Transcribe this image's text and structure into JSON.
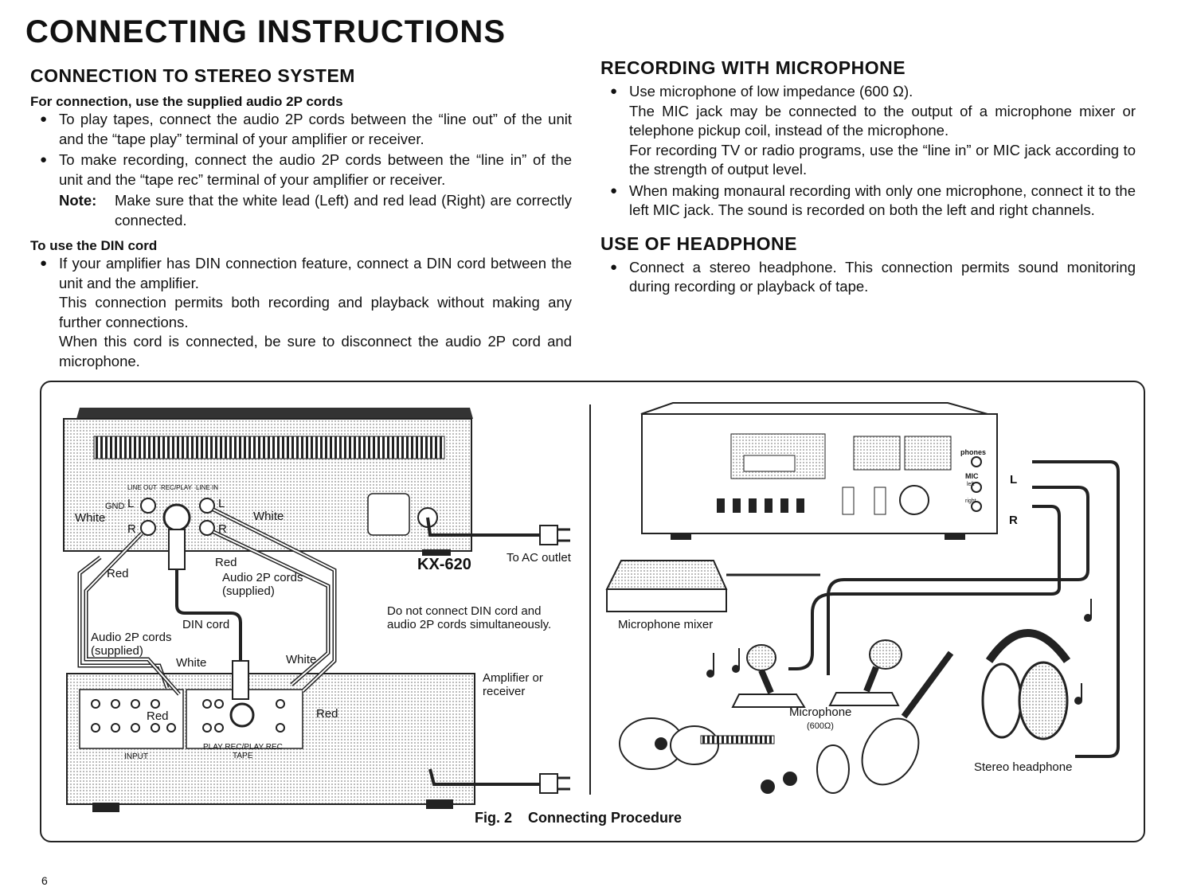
{
  "title": "CONNECTING INSTRUCTIONS",
  "left": {
    "heading": "CONNECTION TO STEREO SYSTEM",
    "sub1": "For connection, use the supplied audio 2P cords",
    "bullets1": [
      "To play tapes, connect the audio 2P cords between the “line out” of the unit and the “tape play” terminal of your amplifier or receiver.",
      "To make recording, connect the audio 2P cords between the “line in” of the unit and the “tape rec” terminal of your amplifier or receiver."
    ],
    "note_label": "Note:",
    "note_text": "Make sure that the white lead (Left) and red lead (Right) are correctly connected.",
    "sub2": "To use the DIN cord",
    "bullet2": "If your amplifier has DIN connection feature, connect a DIN cord between the unit and the amplifier.",
    "para2a": "This connection permits both recording and playback without making any further connections.",
    "para2b": "When this cord is connected, be sure to disconnect the audio 2P cord and microphone."
  },
  "right": {
    "heading1": "RECORDING WITH MICROPHONE",
    "bullet1": "Use microphone of low impedance (600 Ω).",
    "para1a": "The MIC jack may be connected to the output of a microphone mixer or telephone pickup coil, instead of the microphone.",
    "para1b": "For recording TV or radio programs, use the “line in” or MIC jack according to the strength of output level.",
    "bullet2": "When making monaural recording with only one microphone, connect it to the left MIC jack. The sound is recorded on both the left and right channels.",
    "heading2": "USE OF HEADPHONE",
    "bullet3": "Connect a stereo headphone. This connection permits sound monitoring during recording or playback of tape."
  },
  "figure": {
    "caption_num": "Fig. 2",
    "caption": "Connecting Procedure",
    "labels": {
      "line_out": "LINE OUT",
      "rec_play": "REC/PLAY",
      "line_in": "LINE IN",
      "gnd": "GND",
      "L": "L",
      "R": "R",
      "white": "White",
      "red": "Red",
      "model": "KX-620",
      "to_ac": "To AC outlet",
      "audio_cords_right": "Audio 2P  cords\n(supplied)",
      "audio_cords_left": "Audio 2P cords\n(supplied)",
      "din_cord": "DIN cord",
      "warning": "Do not connect DIN cord and\naudio 2P cords simultaneously.",
      "amplifier": "Amplifier or\nreceiver",
      "input": "INPUT",
      "play_rec": "PLAY REC/PLAY REC",
      "tape": "TAPE",
      "phones": "phones",
      "mic": "MIC",
      "left_small": "left",
      "right_small": "right",
      "mixer": "Microphone mixer",
      "microphone": "Microphone",
      "ohm": "(600Ω)",
      "headphone": "Stereo headphone"
    }
  },
  "page_number": "6"
}
